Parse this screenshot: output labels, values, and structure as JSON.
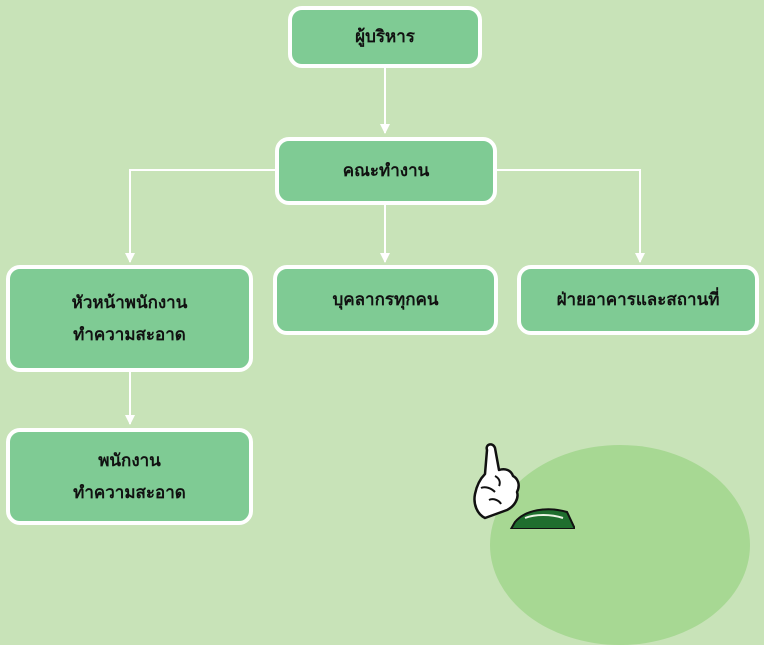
{
  "chart": {
    "nodes": {
      "executive": {
        "line1": "ผู้บริหาร"
      },
      "working_group": {
        "line1": "คณะทำงาน"
      },
      "cleaning_head": {
        "line1": "หัวหน้าพนักงาน",
        "line2": "ทำความสะอาด"
      },
      "all_personnel": {
        "line1": "บุคลากรทุกคน"
      },
      "building_dept": {
        "line1": "ฝ่ายอาคารและสถานที่"
      },
      "cleaning_staff": {
        "line1": "พนักงาน",
        "line2": "ทำความสะอาด"
      }
    }
  },
  "colors": {
    "background": "#c8e3b8",
    "node_fill": "#7fcb94",
    "node_border": "#ffffff",
    "connector": "#ffffff"
  }
}
